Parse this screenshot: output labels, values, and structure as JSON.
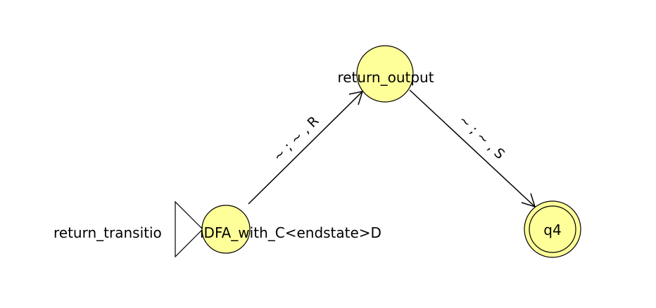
{
  "diagram": {
    "type": "turing-machine-state-diagram",
    "colors": {
      "state_fill": "#ffff99",
      "stroke": "#000000",
      "text": "#000000"
    },
    "states": [
      {
        "id": "start",
        "label": "iDFA_with_C<endstate>D",
        "initial": true,
        "final": false
      },
      {
        "id": "return_output",
        "label": "return_output",
        "initial": false,
        "final": false
      },
      {
        "id": "q4",
        "label": "q4",
        "initial": false,
        "final": true
      }
    ],
    "initial_marker_label": "return_transitio",
    "transitions": [
      {
        "from": "start",
        "to": "return_output",
        "label": "~ ; ~ , R"
      },
      {
        "from": "return_output",
        "to": "q4",
        "label": "~ ; ~ , S"
      }
    ]
  }
}
